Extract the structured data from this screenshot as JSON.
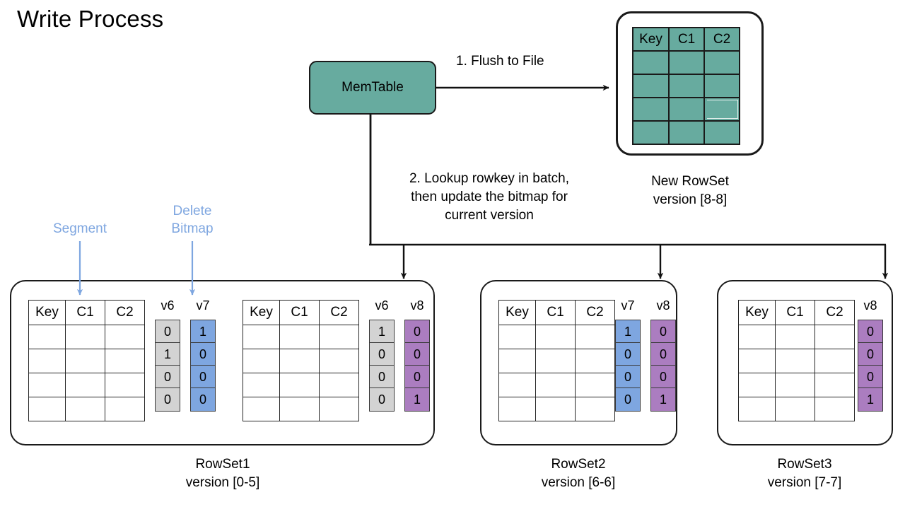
{
  "title": "Write Process",
  "colors": {
    "teal": "#67ab9f",
    "blue": "#7ea6e0",
    "purple": "#ab7dc0",
    "gray": "#d3d3d3",
    "stroke": "#1a1a1a",
    "annotation": "#7ea6e0"
  },
  "memtable": {
    "label": "MemTable"
  },
  "edges": {
    "flush": "1. Flush to File",
    "lookup_line1": "2. Lookup rowkey in batch,",
    "lookup_line2": "then update the bitmap for",
    "lookup_line3": "current version"
  },
  "annotations": {
    "segment": "Segment",
    "delete_line1": "Delete",
    "delete_line2": "Bitmap"
  },
  "table_headers": [
    "Key",
    "C1",
    "C2"
  ],
  "new_rowset": {
    "caption_line1": "New RowSet",
    "caption_line2": "version [8-8]",
    "headers": [
      "Key",
      "C1",
      "C2"
    ],
    "row_count": 4
  },
  "rowsets": [
    {
      "caption_line1": "RowSet1",
      "caption_line2": "version [0-5]",
      "segments": [
        {
          "headers": [
            "Key",
            "C1",
            "C2"
          ],
          "row_count": 4,
          "bitmaps": [
            {
              "label": "v6",
              "color": "gray",
              "values": [
                "0",
                "1",
                "0",
                "0"
              ]
            },
            {
              "label": "v7",
              "color": "blue",
              "values": [
                "1",
                "0",
                "0",
                "0"
              ]
            }
          ]
        },
        {
          "headers": [
            "Key",
            "C1",
            "C2"
          ],
          "row_count": 4,
          "bitmaps": [
            {
              "label": "v6",
              "color": "gray",
              "values": [
                "1",
                "0",
                "0",
                "0"
              ]
            },
            {
              "label": "v8",
              "color": "purple",
              "values": [
                "0",
                "0",
                "0",
                "1"
              ]
            }
          ]
        }
      ]
    },
    {
      "caption_line1": "RowSet2",
      "caption_line2": "version [6-6]",
      "segments": [
        {
          "headers": [
            "Key",
            "C1",
            "C2"
          ],
          "row_count": 4,
          "bitmaps": [
            {
              "label": "v7",
              "color": "blue",
              "values": [
                "1",
                "0",
                "0",
                "0"
              ]
            },
            {
              "label": "v8",
              "color": "purple",
              "values": [
                "0",
                "0",
                "0",
                "1"
              ]
            }
          ]
        }
      ]
    },
    {
      "caption_line1": "RowSet3",
      "caption_line2": "version [7-7]",
      "segments": [
        {
          "headers": [
            "Key",
            "C1",
            "C2"
          ],
          "row_count": 4,
          "bitmaps": [
            {
              "label": "v8",
              "color": "purple",
              "values": [
                "0",
                "0",
                "0",
                "1"
              ]
            }
          ]
        }
      ]
    }
  ]
}
